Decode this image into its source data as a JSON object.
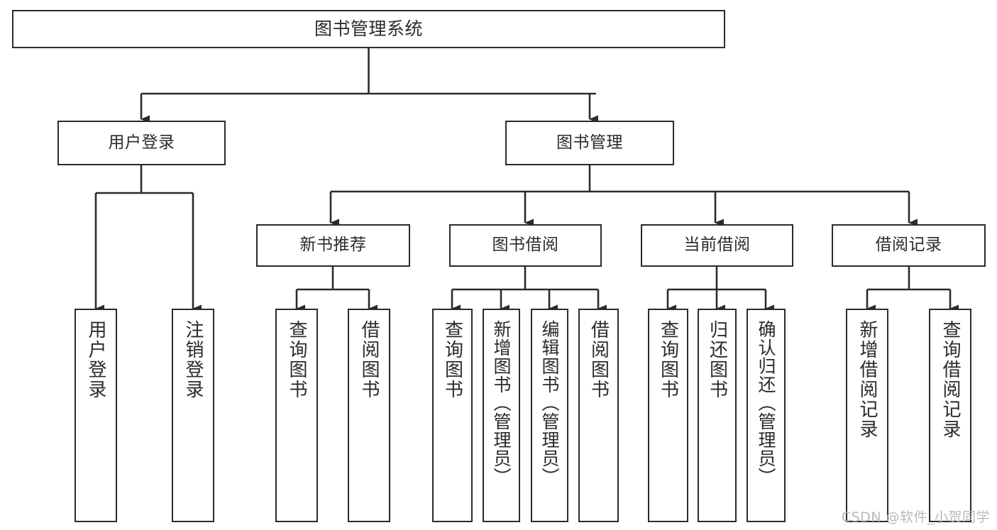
{
  "diagram": {
    "title": "图书管理系统",
    "watermark": "CSDN @软件_小贺同学",
    "stroke_color": "#2b2b2b",
    "background_color": "#ffffff",
    "watermark_color": "#b9b9b9",
    "type": "tree-hierarchy-diagram",
    "levels": 4
  },
  "root": {
    "label": "图书管理系统"
  },
  "level2": [
    {
      "label": "用户登录"
    },
    {
      "label": "图书管理"
    }
  ],
  "level3": [
    {
      "label": "新书推荐"
    },
    {
      "label": "图书借阅"
    },
    {
      "label": "当前借阅"
    },
    {
      "label": "借阅记录"
    }
  ],
  "leaves": {
    "user_login": [
      {
        "label": "用户登录"
      },
      {
        "label": "注销登录"
      }
    ],
    "new_book_recommend": [
      {
        "label": "查询图书"
      },
      {
        "label": "借阅图书"
      }
    ],
    "book_borrow": [
      {
        "label": "查询图书"
      },
      {
        "label": "新增图书（管理员）"
      },
      {
        "label": "编辑图书（管理员）"
      },
      {
        "label": "借阅图书"
      }
    ],
    "current_borrow": [
      {
        "label": "查询图书"
      },
      {
        "label": "归还图书"
      },
      {
        "label": "确认归还（管理员）"
      }
    ],
    "borrow_record": [
      {
        "label": "新增借阅记录"
      },
      {
        "label": "查询借阅记录"
      }
    ]
  }
}
